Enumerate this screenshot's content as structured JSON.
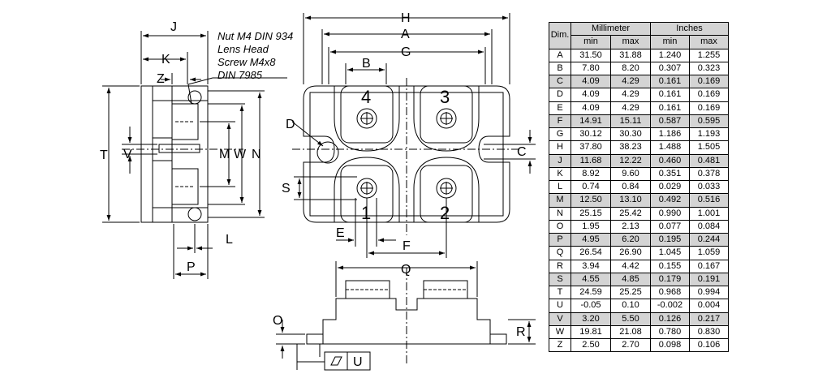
{
  "notes": {
    "nut": [
      "Nut M4 DIN 934",
      "Lens Head",
      "Screw M4x8",
      "DIN 7985"
    ]
  },
  "labels": {
    "H": "H",
    "A": "A",
    "G": "G",
    "B": "B",
    "C": "C",
    "D": "D",
    "E": "E",
    "F": "F",
    "S": "S",
    "J": "J",
    "K": "K",
    "Z": "Z",
    "T": "T",
    "V": "V",
    "M": "M",
    "W": "W",
    "N": "N",
    "L": "L",
    "P": "P",
    "Q": "Q",
    "O": "O",
    "R": "R",
    "U": "U"
  },
  "pins": [
    "4",
    "3",
    "1",
    "2"
  ],
  "table": {
    "header": {
      "dim": "Dim.",
      "mm": "Millimeter",
      "inch": "Inches",
      "min": "min",
      "max": "max"
    },
    "rows": [
      {
        "dim": "A",
        "mm_min": "31.50",
        "mm_max": "31.88",
        "in_min": "1.240",
        "in_max": "1.255",
        "shaded": false
      },
      {
        "dim": "B",
        "mm_min": "7.80",
        "mm_max": "8.20",
        "in_min": "0.307",
        "in_max": "0.323",
        "shaded": false
      },
      {
        "dim": "C",
        "mm_min": "4.09",
        "mm_max": "4.29",
        "in_min": "0.161",
        "in_max": "0.169",
        "shaded": true
      },
      {
        "dim": "D",
        "mm_min": "4.09",
        "mm_max": "4.29",
        "in_min": "0.161",
        "in_max": "0.169",
        "shaded": false
      },
      {
        "dim": "E",
        "mm_min": "4.09",
        "mm_max": "4.29",
        "in_min": "0.161",
        "in_max": "0.169",
        "shaded": false
      },
      {
        "dim": "F",
        "mm_min": "14.91",
        "mm_max": "15.11",
        "in_min": "0.587",
        "in_max": "0.595",
        "shaded": true
      },
      {
        "dim": "G",
        "mm_min": "30.12",
        "mm_max": "30.30",
        "in_min": "1.186",
        "in_max": "1.193",
        "shaded": false
      },
      {
        "dim": "H",
        "mm_min": "37.80",
        "mm_max": "38.23",
        "in_min": "1.488",
        "in_max": "1.505",
        "shaded": false
      },
      {
        "dim": "J",
        "mm_min": "11.68",
        "mm_max": "12.22",
        "in_min": "0.460",
        "in_max": "0.481",
        "shaded": true
      },
      {
        "dim": "K",
        "mm_min": "8.92",
        "mm_max": "9.60",
        "in_min": "0.351",
        "in_max": "0.378",
        "shaded": false
      },
      {
        "dim": "L",
        "mm_min": "0.74",
        "mm_max": "0.84",
        "in_min": "0.029",
        "in_max": "0.033",
        "shaded": false
      },
      {
        "dim": "M",
        "mm_min": "12.50",
        "mm_max": "13.10",
        "in_min": "0.492",
        "in_max": "0.516",
        "shaded": true
      },
      {
        "dim": "N",
        "mm_min": "25.15",
        "mm_max": "25.42",
        "in_min": "0.990",
        "in_max": "1.001",
        "shaded": false
      },
      {
        "dim": "O",
        "mm_min": "1.95",
        "mm_max": "2.13",
        "in_min": "0.077",
        "in_max": "0.084",
        "shaded": false
      },
      {
        "dim": "P",
        "mm_min": "4.95",
        "mm_max": "6.20",
        "in_min": "0.195",
        "in_max": "0.244",
        "shaded": true
      },
      {
        "dim": "Q",
        "mm_min": "26.54",
        "mm_max": "26.90",
        "in_min": "1.045",
        "in_max": "1.059",
        "shaded": false
      },
      {
        "dim": "R",
        "mm_min": "3.94",
        "mm_max": "4.42",
        "in_min": "0.155",
        "in_max": "0.167",
        "shaded": false
      },
      {
        "dim": "S",
        "mm_min": "4.55",
        "mm_max": "4.85",
        "in_min": "0.179",
        "in_max": "0.191",
        "shaded": true
      },
      {
        "dim": "T",
        "mm_min": "24.59",
        "mm_max": "25.25",
        "in_min": "0.968",
        "in_max": "0.994",
        "shaded": false
      },
      {
        "dim": "U",
        "mm_min": "-0.05",
        "mm_max": "0.10",
        "in_min": "-0.002",
        "in_max": "0.004",
        "shaded": false
      },
      {
        "dim": "V",
        "mm_min": "3.20",
        "mm_max": "5.50",
        "in_min": "0.126",
        "in_max": "0.217",
        "shaded": true
      },
      {
        "dim": "W",
        "mm_min": "19.81",
        "mm_max": "21.08",
        "in_min": "0.780",
        "in_max": "0.830",
        "shaded": false
      },
      {
        "dim": "Z",
        "mm_min": "2.50",
        "mm_max": "2.70",
        "in_min": "0.098",
        "in_max": "0.106",
        "shaded": false
      }
    ]
  },
  "colors": {
    "line": "#000000",
    "shade": "#d4d4d4",
    "background": "#ffffff"
  }
}
